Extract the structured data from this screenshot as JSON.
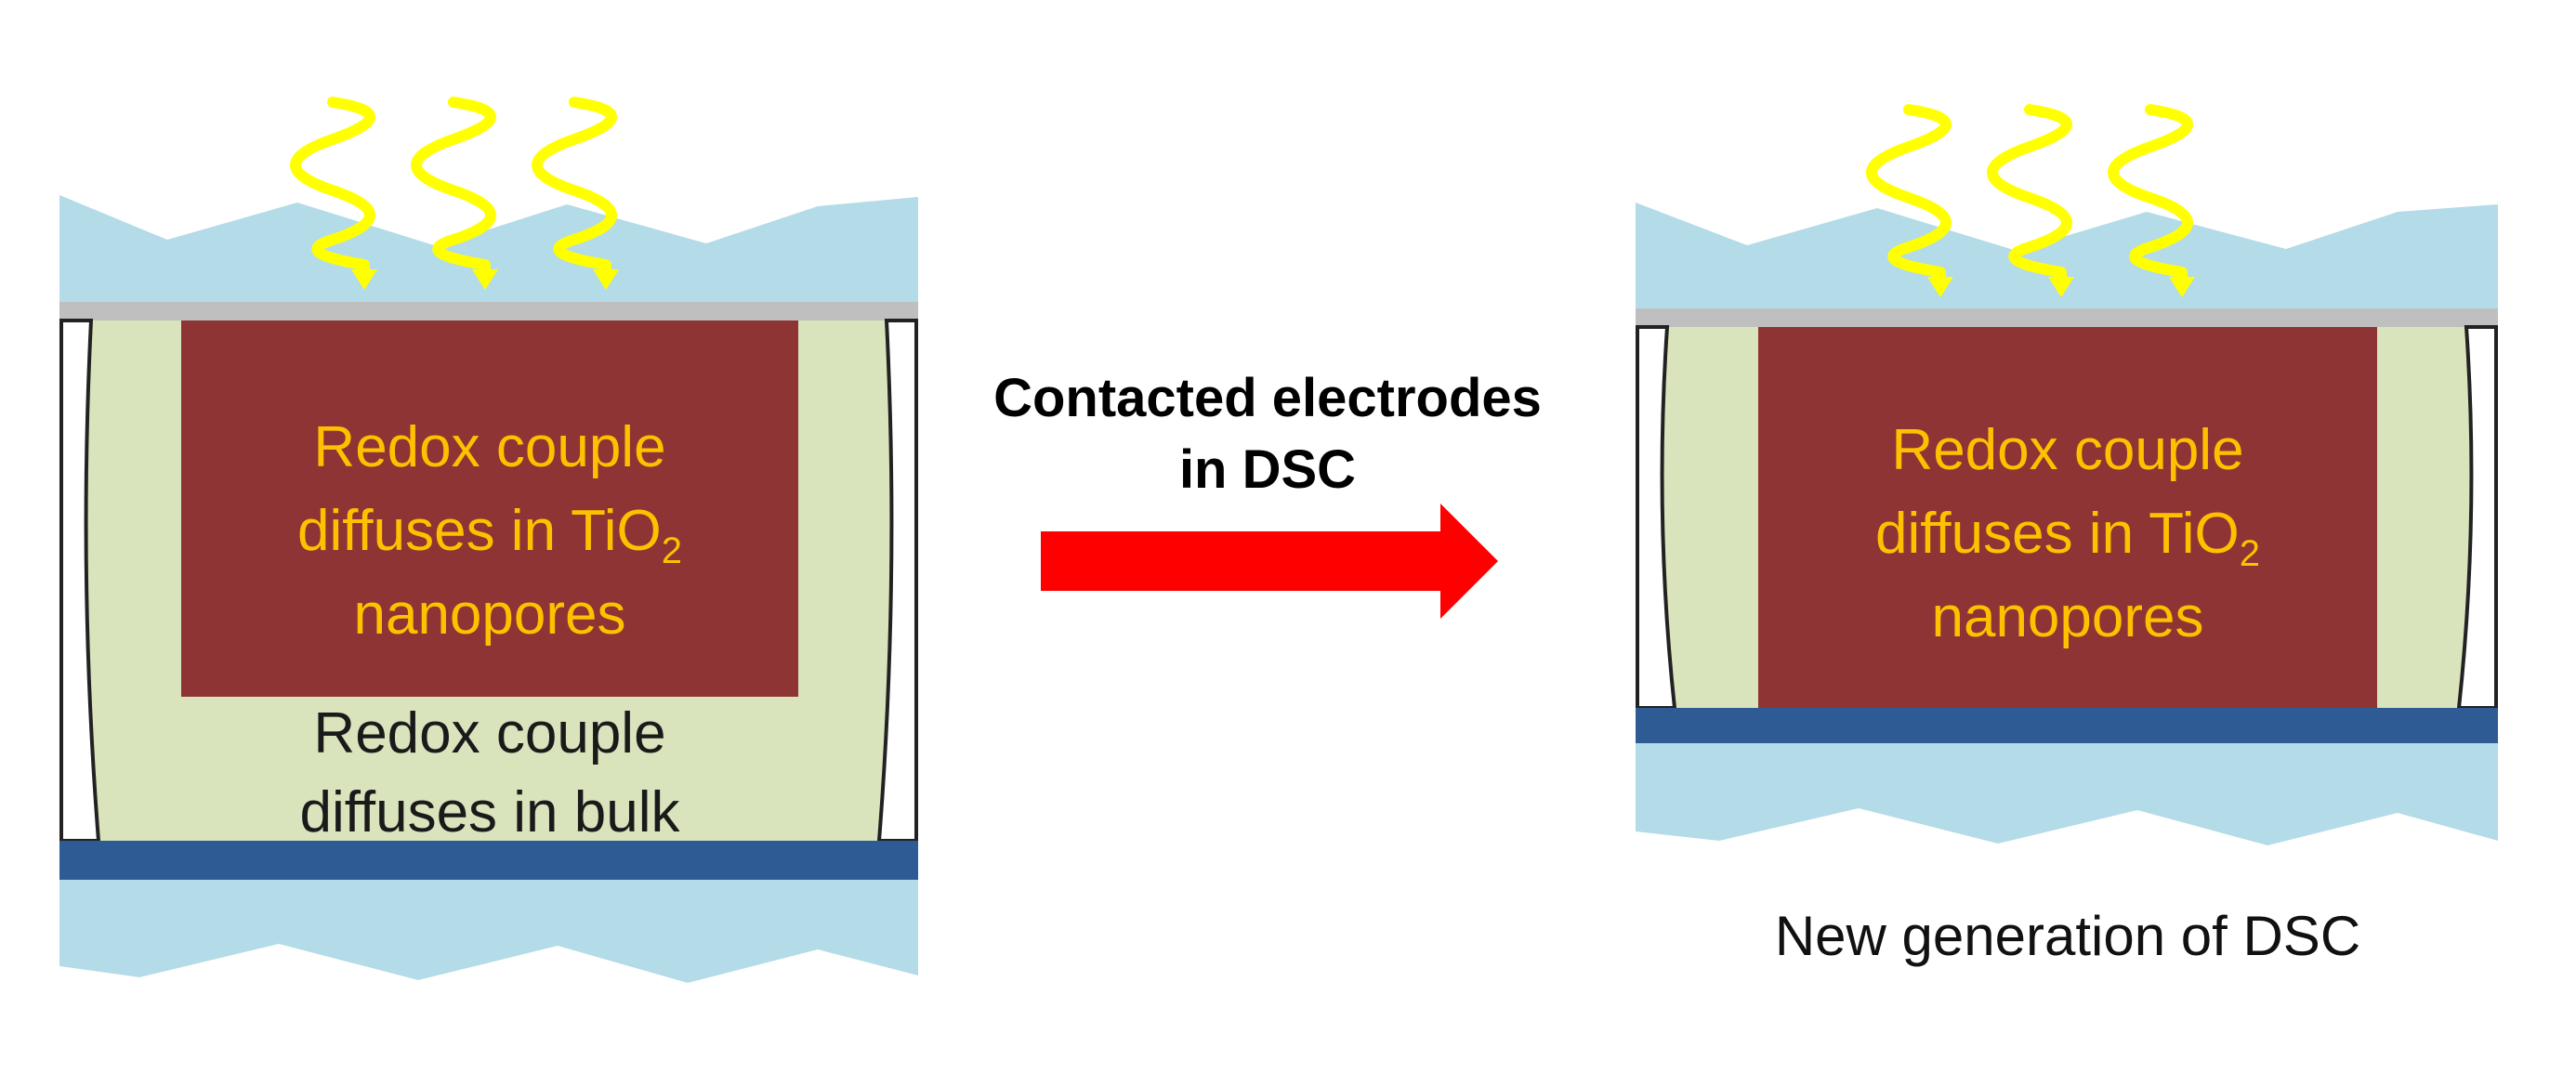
{
  "colors": {
    "glass": "#b3dbe8",
    "tco": "#bfbfbf",
    "electrolyte": "#d9e3bc",
    "tio2": "#8e3434",
    "counter_electrode": "#2e5b94",
    "photon": "#ffff00",
    "label_gold": "#ffc000",
    "process_arrow": "#ff0000"
  },
  "left_cell": {
    "tio2_line1": "Redox couple",
    "tio2_line2": "diffuses in TiO",
    "tio2_sub": "2",
    "tio2_line3": "nanopores",
    "bulk_line1": "Redox couple",
    "bulk_line2": "diffuses in bulk"
  },
  "arrow": {
    "line1": "Contacted electrodes",
    "line2": "in DSC"
  },
  "right_cell": {
    "tio2_line1": "Redox couple",
    "tio2_line2": "diffuses in TiO",
    "tio2_sub": "2",
    "tio2_line3": "nanopores",
    "caption": "New generation of DSC"
  }
}
